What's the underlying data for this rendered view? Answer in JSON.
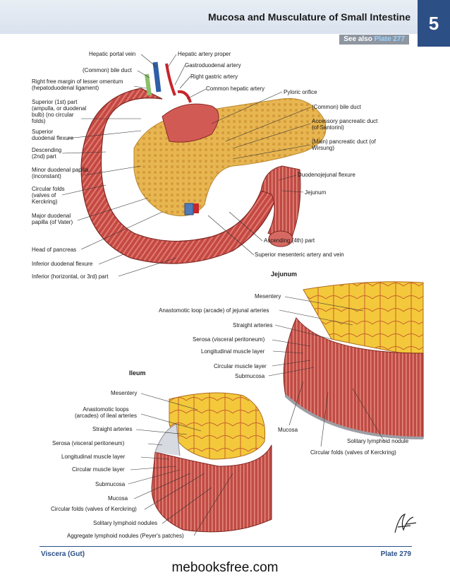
{
  "header": {
    "title": "Mucosa and Musculature of Small Intestine",
    "chapter_number": "5",
    "see_also_prefix": "See also",
    "see_also_plate": "Plate 277"
  },
  "top_figure_labels": {
    "hepatic_portal_vein": "Hepatic portal vein",
    "hepatic_artery_proper": "Hepatic artery proper",
    "gastroduodenal_artery": "Gastroduodenal artery",
    "common_bile_duct_upper": "(Common) bile duct",
    "right_gastric_artery": "Right gastric artery",
    "right_free_margin": "Right free margin of lesser omentum (hepatoduodenal ligament)",
    "common_hepatic_artery": "Common hepatic artery",
    "pyloric_orifice": "Pyloric orifice",
    "superior_part": "Superior (1st) part (ampulla, or duodenal bulb) (no circular folds)",
    "common_bile_duct_right": "(Common) bile duct",
    "accessory_pancreatic_duct": "Accessory pancreatic duct (of Santorini)",
    "superior_flexure": "Superior duodenal flexure",
    "main_pancreatic_duct": "(Main) pancreatic duct (of Wirsung)",
    "descending_part": "Descending (2nd) part",
    "minor_papilla": "Minor duodenal papilla (inconstant)",
    "duodenojejunal_flexure": "Duodenojejunal flexure",
    "circular_folds": "Circular folds (valves of Kerckring)",
    "jejunum": "Jejunum",
    "major_papilla": "Major duodenal papilla (of Vater)",
    "ascending_part": "Ascending (4th) part",
    "head_of_pancreas": "Head of pancreas",
    "superior_mesenteric": "Superior mesenteric artery and vein",
    "inferior_flexure": "Inferior duodenal flexure",
    "inferior_part": "Inferior (horizontal, or 3rd) part"
  },
  "jejunum_section": {
    "heading": "Jejunum",
    "mesentery": "Mesentery",
    "anastomotic_loop": "Anastomotic loop (arcade) of jejunal arteries",
    "straight_arteries": "Straight arteries",
    "serosa": "Serosa (visceral peritoneum)",
    "longitudinal_muscle": "Longitudinal muscle layer",
    "circular_muscle": "Circular muscle layer",
    "submucosa": "Submucosa",
    "mucosa": "Mucosa",
    "solitary_nodule": "Solitary lymphoid nodule",
    "circular_folds": "Circular folds (valves of Kerckring)"
  },
  "ileum_section": {
    "heading": "Ileum",
    "mesentery": "Mesentery",
    "anastomotic_loops": "Anastomotic loops (arcades) of ileal arteries",
    "straight_arteries": "Straight arteries",
    "serosa": "Serosa (visceral peritoneum)",
    "longitudinal_muscle": "Longitudinal muscle layer",
    "circular_muscle": "Circular muscle layer",
    "submucosa": "Submucosa",
    "mucosa": "Mucosa",
    "circular_folds": "Circular folds (valves of Kerckring)",
    "solitary_nodules": "Solitary lymphoid nodules",
    "aggregate_nodules": "Aggregate lymphoid nodules (Peyer's patches)"
  },
  "footer": {
    "section": "Viscera (Gut)",
    "plate": "Plate 279",
    "watermark": "mebooksfree.com"
  },
  "colors": {
    "brand_blue": "#2c4f86",
    "intestine_red": "#c9524f",
    "pancreas_yellow": "#e7b94f",
    "mesentery_fat": "#f2c73a"
  }
}
